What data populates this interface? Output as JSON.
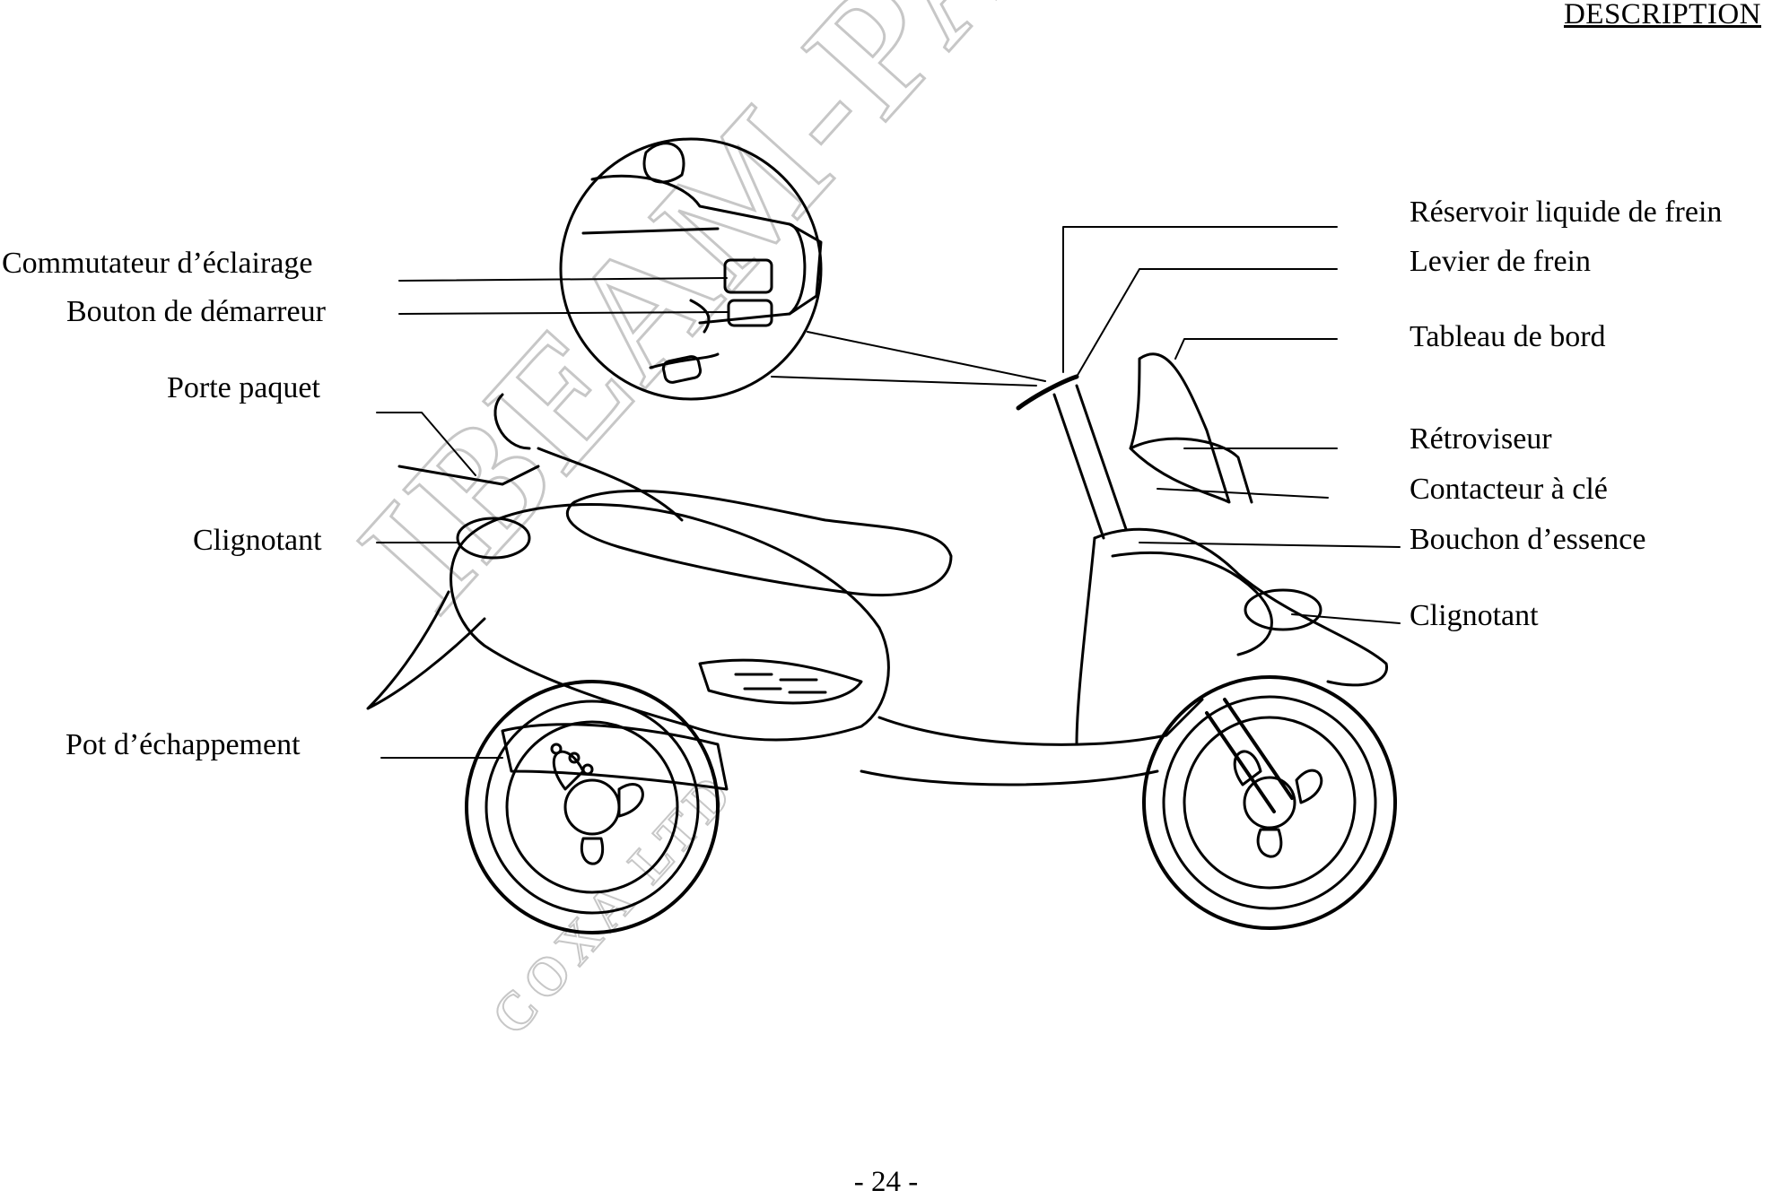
{
  "header": {
    "title": "DESCRIPTION"
  },
  "labels_left": {
    "lighting_switch": "Commutateur d’éclairage",
    "starter_button": "Bouton de démarreur",
    "luggage_rack": "Porte paquet",
    "rear_indicator": "Clignotant",
    "exhaust": "Pot d’échappement"
  },
  "labels_right": {
    "brake_fluid_reservoir": "Réservoir liquide de frein",
    "brake_lever": "Levier de frein",
    "dashboard": "Tableau de bord",
    "mirror": "Rétroviseur",
    "key_switch": "Contacteur à clé",
    "fuel_cap": "Bouchon d’essence",
    "front_indicator": "Clignotant"
  },
  "watermark": {
    "main": "IBEAM-PARTS",
    "sub": "COXA LTD"
  },
  "footer": {
    "page_number": "- 24 -"
  }
}
